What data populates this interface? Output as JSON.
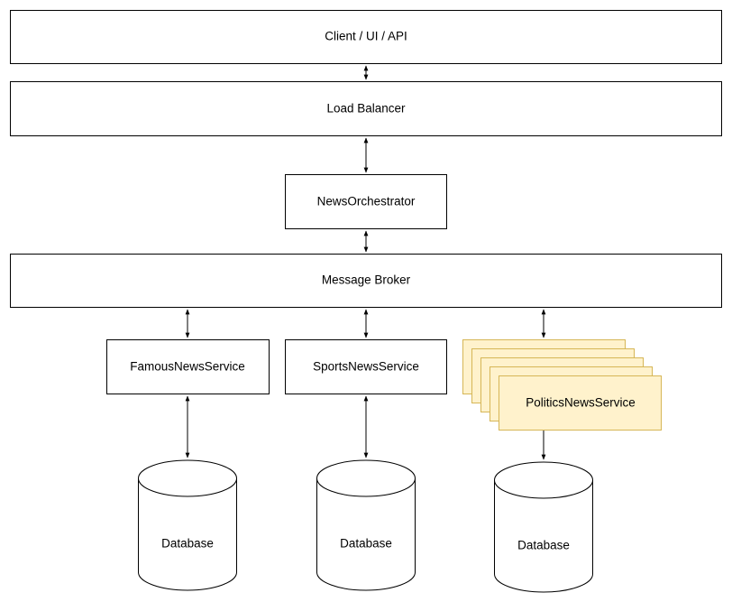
{
  "nodes": {
    "client": {
      "label": "Client / UI / API"
    },
    "load_balancer": {
      "label": "Load Balancer"
    },
    "orchestrator": {
      "label": "NewsOrchestrator"
    },
    "message_broker": {
      "label": "Message Broker"
    },
    "famous_service": {
      "label": "FamousNewsService"
    },
    "sports_service": {
      "label": "SportsNewsService"
    },
    "politics_service": {
      "label": "PoliticsNewsService"
    },
    "db_famous": {
      "label": "Database"
    },
    "db_sports": {
      "label": "Database"
    },
    "db_politics": {
      "label": "Database"
    }
  },
  "edges": [
    {
      "from": "client",
      "to": "load_balancer",
      "arrows": "both"
    },
    {
      "from": "load_balancer",
      "to": "orchestrator",
      "arrows": "both"
    },
    {
      "from": "orchestrator",
      "to": "message_broker",
      "arrows": "both"
    },
    {
      "from": "message_broker",
      "to": "famous_service",
      "arrows": "both"
    },
    {
      "from": "message_broker",
      "to": "sports_service",
      "arrows": "both"
    },
    {
      "from": "message_broker",
      "to": "politics_service",
      "arrows": "both"
    },
    {
      "from": "famous_service",
      "to": "db_famous",
      "arrows": "both"
    },
    {
      "from": "sports_service",
      "to": "db_sports",
      "arrows": "both"
    },
    {
      "from": "politics_service",
      "to": "db_politics",
      "arrows": "end"
    }
  ],
  "colors": {
    "stroke": "#000000",
    "box_fill": "#ffffff",
    "highlight_fill": "#fff2cc",
    "highlight_stroke": "#d6b656"
  }
}
